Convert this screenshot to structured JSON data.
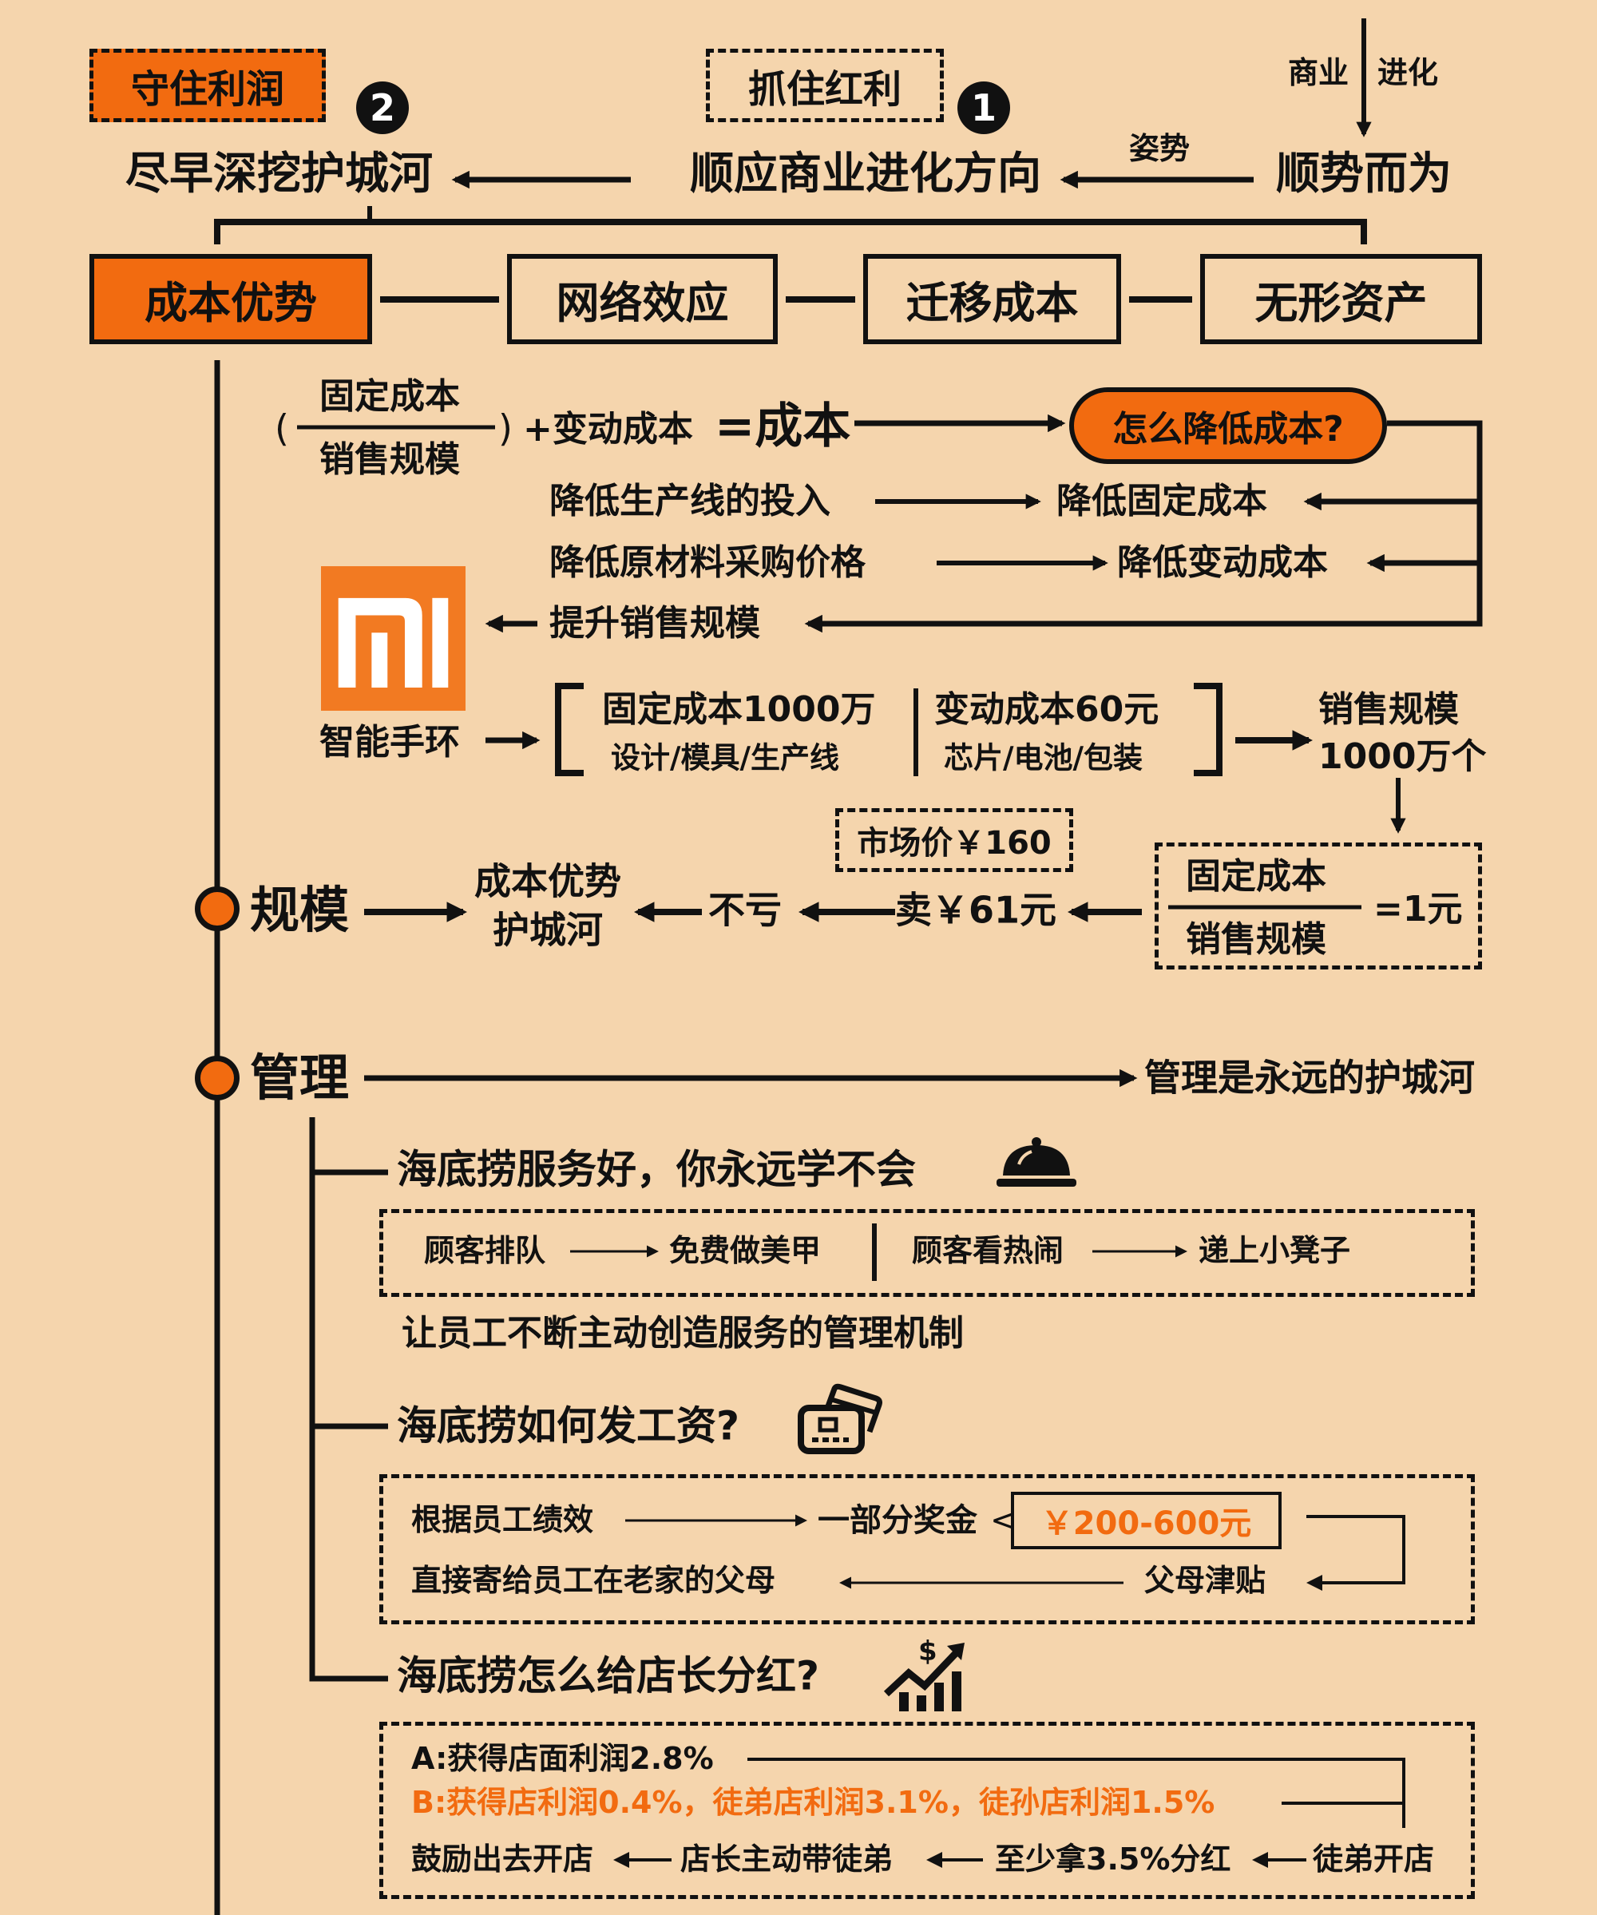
{
  "colors": {
    "background": "#f5d5ad",
    "accent": "#f26b10",
    "ink": "#111111"
  },
  "header": {
    "keep_profit": "守住利润",
    "grab_dividend": "抓住红利",
    "badge_1": "1",
    "badge_2": "2",
    "business": "商业",
    "evolution": "进化",
    "moat_early": "尽早深挖护城河",
    "follow_direction": "顺应商业进化方向",
    "posture": "姿势",
    "go_with_trend": "顺势而为"
  },
  "moats": [
    "成本优势",
    "网络效应",
    "迁移成本",
    "无形资产"
  ],
  "cost": {
    "numerator": "固定成本",
    "denominator": "销售规模",
    "open_paren": "(",
    "close_paren": ")",
    "plus_variable": "+变动成本",
    "equals_cost": "=成本",
    "question": "怎么降低成本?",
    "reduce_line_invest": "降低生产线的投入",
    "reduce_fixed": "降低固定成本",
    "reduce_material": "降低原材料采购价格",
    "reduce_variable": "降低变动成本",
    "raise_sales": "提升销售规模"
  },
  "xiaomi": {
    "logo_text": "MI",
    "product": "智能手环",
    "fixed_cost": "固定成本1000万",
    "fixed_detail": "设计/模具/生产线",
    "variable_cost": "变动成本60元",
    "variable_detail": "芯片/电池/包装",
    "sales_scale": "销售规模",
    "sales_amount": "1000万个",
    "ratio_numerator": "固定成本",
    "ratio_denominator": "销售规模",
    "ratio_result": "=1元",
    "market_price": "市场价￥160",
    "sell_price": "卖￥61元",
    "no_loss": "不亏",
    "advantage_line1": "成本优势",
    "advantage_line2": "护城河"
  },
  "scale": {
    "label": "规模"
  },
  "management": {
    "label": "管理",
    "conclusion": "管理是永远的护城河",
    "service": {
      "title": "海底捞服务好，你永远学不会",
      "queue": "顾客排队",
      "manicure": "免费做美甲",
      "watch": "顾客看热闹",
      "stool": "递上小凳子",
      "mechanism": "让员工不断主动创造服务的管理机制"
    },
    "salary": {
      "title": "海底捞如何发工资?",
      "performance": "根据员工绩效",
      "bonus_part": "一部分奖金",
      "bonus_range": "￥200-600元",
      "send_parents": "直接寄给员工在老家的父母",
      "parent_allowance": "父母津贴"
    },
    "dividend": {
      "title": "海底捞怎么给店长分红?",
      "option_a": "A:获得店面利润2.8%",
      "option_b": "B:获得店利润0.4%，徒弟店利润3.1%，徒孙店利润1.5%",
      "encourage": "鼓励出去开店",
      "mentor": "店长主动带徒弟",
      "at_least": "至少拿3.5%分红",
      "apprentice": "徒弟开店"
    }
  }
}
